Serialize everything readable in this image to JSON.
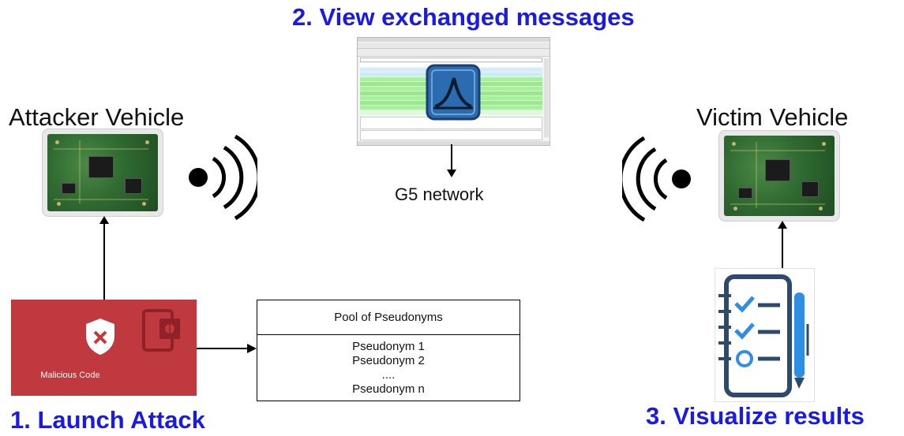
{
  "steps": {
    "view": "2. View exchanged messages",
    "launch": "1. Launch Attack",
    "visualize": "3. Visualize results"
  },
  "vehicles": {
    "attacker": "Attacker Vehicle",
    "victim": "Victim Vehicle"
  },
  "network": {
    "label": "G5 network"
  },
  "malicious": {
    "caption": "Malicious Code"
  },
  "pool": {
    "title": "Pool of Pseudonyms",
    "items": [
      "Pseudonym 1",
      "Pseudonym 2",
      "....",
      "Pseudonym n"
    ]
  },
  "colors": {
    "step_text": "#1a1ae6",
    "malicious_bg": "#c0393f",
    "wireshark_icon": "#2b6cb0",
    "checklist_icon": "#2d4a6d",
    "checklist_accent": "#2f8de4"
  }
}
